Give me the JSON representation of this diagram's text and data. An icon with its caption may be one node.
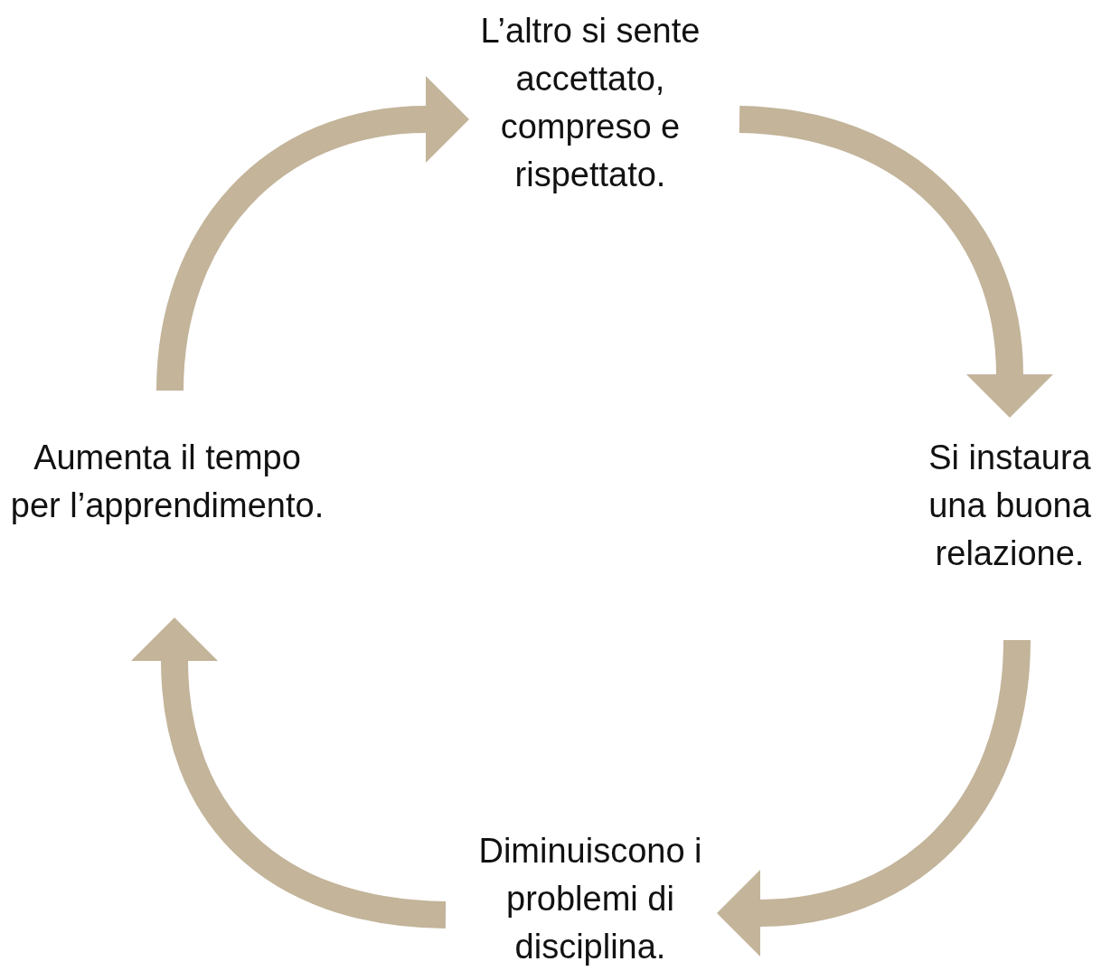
{
  "diagram": {
    "nodes": [
      {
        "text": [
          "L’altro si sente accettato, compreso e rispettato."
        ]
      },
      {
        "text": [
          "Si instaura una buona relazione."
        ]
      },
      {
        "text": [
          "Diminuiscono i problemi di disciplina."
        ]
      },
      {
        "text": [
          "Aumenta il tempo per l’apprendimento."
        ]
      }
    ],
    "edges": [
      {
        "from": 0,
        "to": 1,
        "arrow": "to"
      },
      {
        "from": 1,
        "to": 2,
        "arrow": "to"
      },
      {
        "from": 2,
        "to": 3,
        "arrow": "to"
      },
      {
        "from": 3,
        "to": 0,
        "arrow": "to"
      }
    ]
  }
}
